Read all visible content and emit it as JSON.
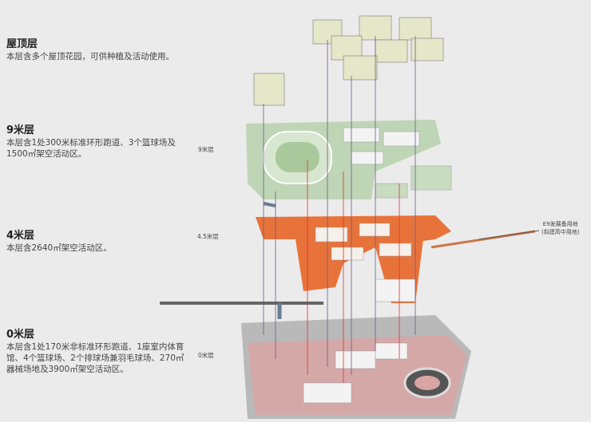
{
  "layers": [
    {
      "title": "屋顶层",
      "description": "本层含多个屋顶花园，可供种植及活动使用。",
      "level_label": ""
    },
    {
      "title": "9米层",
      "description": "本层含1处300米标准环形跑道、3个篮球场及1500㎡架空活动区。",
      "level_label": "9米层"
    },
    {
      "title": "4米层",
      "description": "本层含2640㎡架空活动区。",
      "level_label": "4.5米层"
    },
    {
      "title": "0米层",
      "description": "本层含1处170米非标准环形跑道、1座室内体育馆、4个篮球场、2个排球场兼羽毛球场、270㎡器械场地及3900㎡架空活动区。",
      "level_label": "0米层"
    }
  ],
  "annotation": {
    "line1": "E9发展备用地",
    "line2": "(拟建高中用地)"
  },
  "colors": {
    "background": "#ebebeb",
    "roof": "#e4e8c8",
    "level9": "#b9d3b0",
    "level4": "#e8733a",
    "level0": "#d9a5a5",
    "line": "#6d5a8a"
  }
}
